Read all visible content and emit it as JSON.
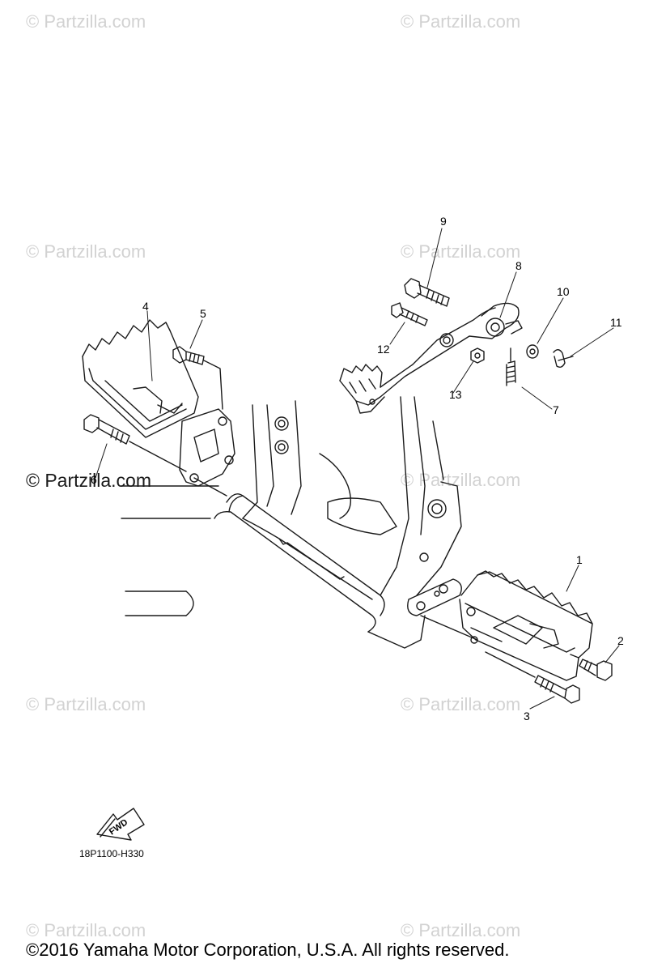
{
  "watermarks": [
    "© Partzilla.com",
    "© Partzilla.com",
    "© Partzilla.com",
    "© Partzilla.com",
    "© Partzilla.com",
    "© Partzilla.com",
    "© Partzilla.com",
    "© Partzilla.com",
    "© Partzilla.com",
    "© Partzilla.com"
  ],
  "watermark_dark": "© Partzilla.com",
  "callouts": [
    "1",
    "2",
    "3",
    "4",
    "5",
    "6",
    "7",
    "8",
    "9",
    "10",
    "11",
    "12",
    "13"
  ],
  "fwd_label": "FWD",
  "part_code": "18P1100-H330",
  "copyright": "©2016 Yamaha Motor Corporation, U.S.A. All rights reserved.",
  "colors": {
    "line": "#1a1a1a",
    "watermark": "#d2d2d2",
    "background": "#ffffff"
  }
}
